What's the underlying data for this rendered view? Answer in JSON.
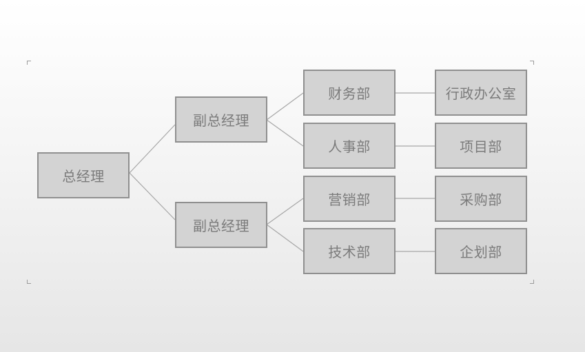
{
  "org_chart": {
    "root": {
      "label": "总经理"
    },
    "deputies": [
      {
        "label": "副总经理",
        "departments": [
          {
            "label": "财务部",
            "child": "行政办公室"
          },
          {
            "label": "人事部",
            "child": "项目部"
          }
        ]
      },
      {
        "label": "副总经理",
        "departments": [
          {
            "label": "营销部",
            "child": "采购部"
          },
          {
            "label": "技术部",
            "child": "企划部"
          }
        ]
      }
    ]
  }
}
